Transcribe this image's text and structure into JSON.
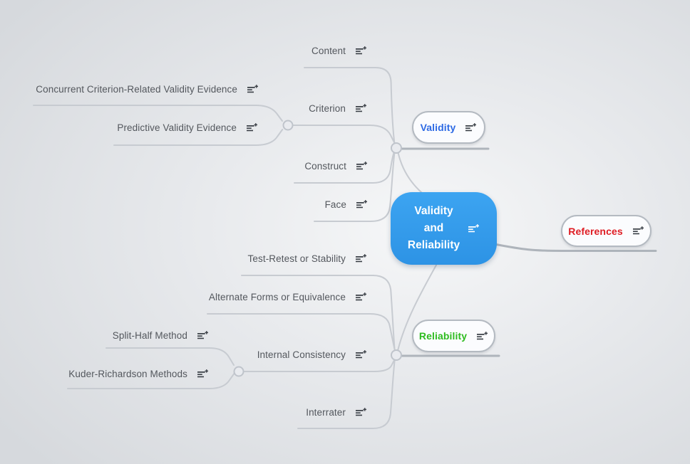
{
  "root_topic": {
    "label": "Validity\nand\nReliability",
    "fill_color": "#3399ee",
    "text_color": "#ffffff"
  },
  "main_topics": {
    "validity": {
      "label": "Validity",
      "text_color": "#2d6ae4"
    },
    "reliability": {
      "label": "Reliability",
      "text_color": "#2ebc1f"
    },
    "references": {
      "label": "References",
      "text_color": "#df1d24"
    }
  },
  "validity_subtopics": {
    "content": {
      "label": "Content"
    },
    "criterion": {
      "label": "Criterion"
    },
    "construct": {
      "label": "Construct"
    },
    "face": {
      "label": "Face"
    }
  },
  "criterion_subtopics": {
    "concurrent": {
      "label": "Concurrent Criterion-Related Validity Evidence"
    },
    "predictive": {
      "label": "Predictive Validity Evidence"
    }
  },
  "reliability_subtopics": {
    "test_retest": {
      "label": "Test-Retest or Stability"
    },
    "alternate_forms": {
      "label": "Alternate Forms or Equivalence"
    },
    "internal_consistency": {
      "label": "Internal Consistency"
    },
    "interrater": {
      "label": "Interrater"
    }
  },
  "internal_consistency_subtopics": {
    "split_half": {
      "label": "Split-Half Method"
    },
    "kuder_richardson": {
      "label": "Kuder-Richardson Methods"
    }
  },
  "icons": {
    "add_notes": "add-notes-icon"
  },
  "theme": {
    "background_center": "#f5f6f8",
    "background_edge": "#d6d9dd",
    "branch_line_color": "#c7cbd1",
    "node_line_color": "#aeb4bb",
    "subtopic_text_color": "#53575d",
    "hub_fill": "#e9ebef"
  }
}
